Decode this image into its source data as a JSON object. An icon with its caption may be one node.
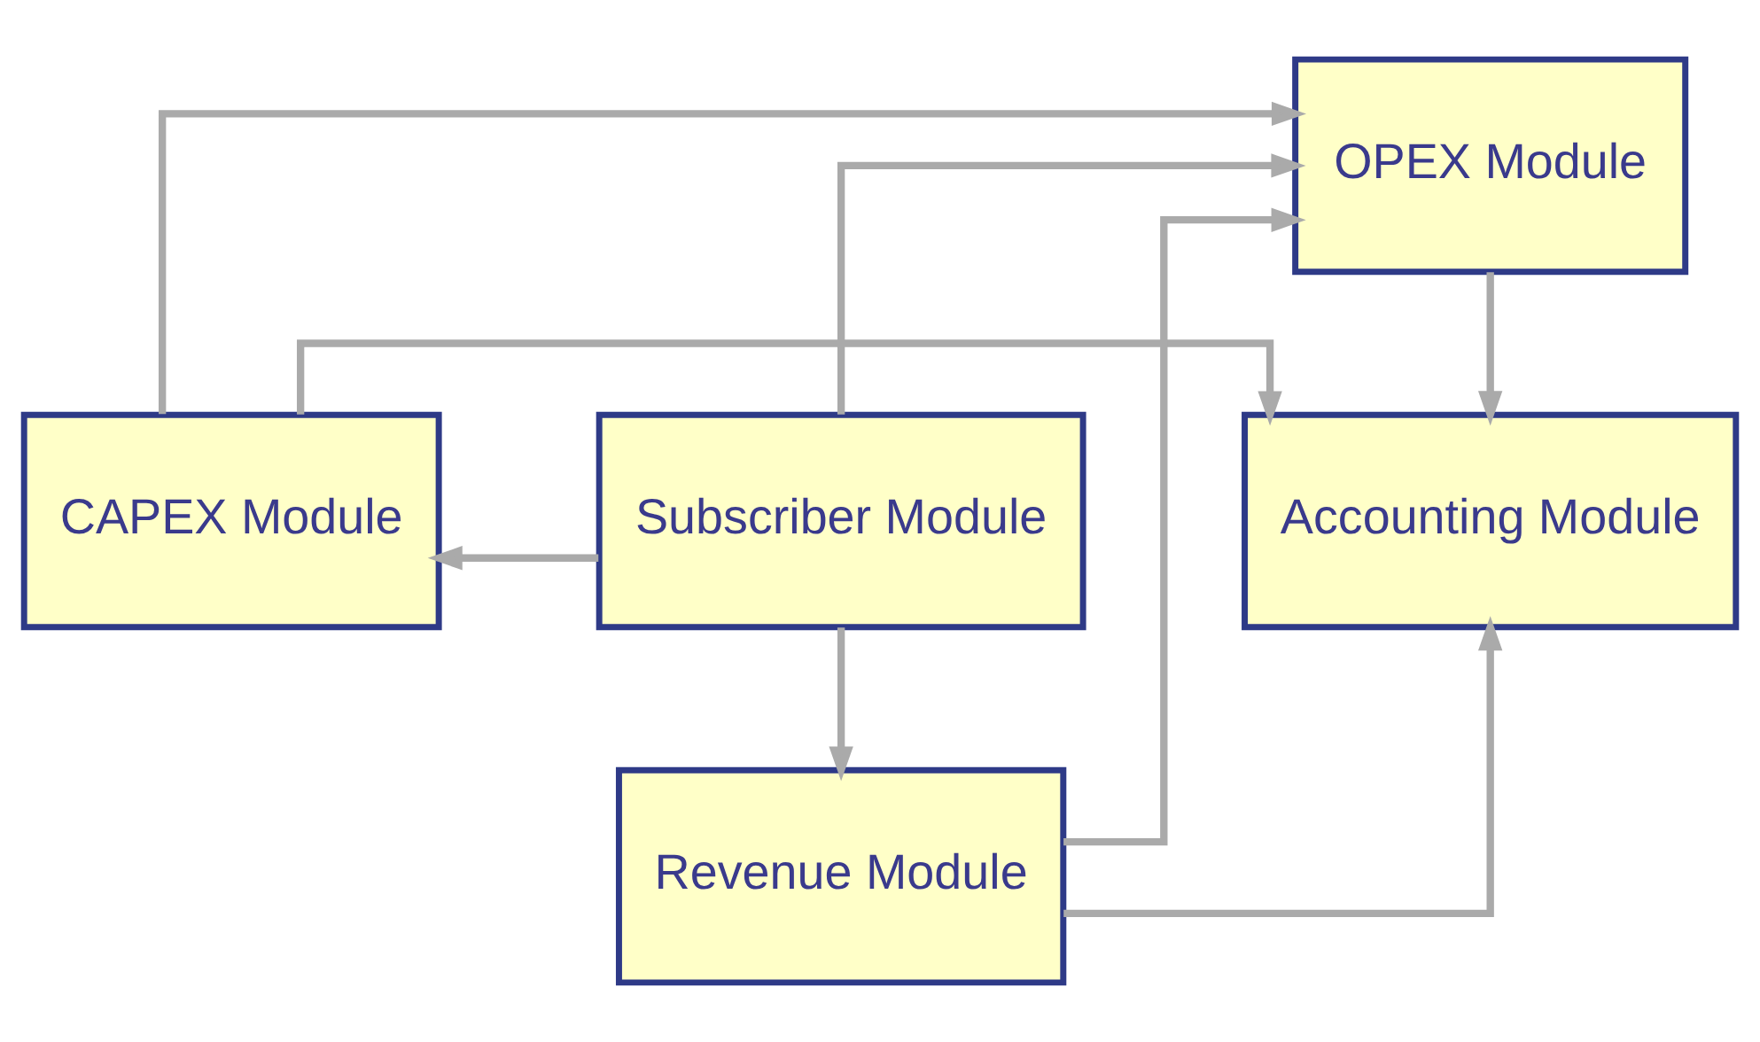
{
  "diagram": {
    "nodes": [
      {
        "text": [
          "OPEX Module"
        ]
      },
      {
        "text": [
          "CAPEX Module"
        ]
      },
      {
        "text": [
          "Subscriber Module"
        ]
      },
      {
        "text": [
          "Accounting Module"
        ]
      },
      {
        "text": [
          "Revenue Module"
        ]
      }
    ],
    "edges": [
      {
        "from": 1,
        "to": 0,
        "arrow": "to"
      },
      {
        "from": 0,
        "to": 3,
        "arrow": "to"
      },
      {
        "from": 2,
        "to": 0,
        "arrow": "to"
      },
      {
        "from": 2,
        "to": 1,
        "arrow": "to"
      },
      {
        "from": 2,
        "to": 4,
        "arrow": "to"
      },
      {
        "from": 4,
        "to": 0,
        "arrow": "to"
      },
      {
        "from": 4,
        "to": 3,
        "arrow": "to"
      },
      {
        "from": 1,
        "to": 3,
        "arrow": "to"
      }
    ]
  }
}
